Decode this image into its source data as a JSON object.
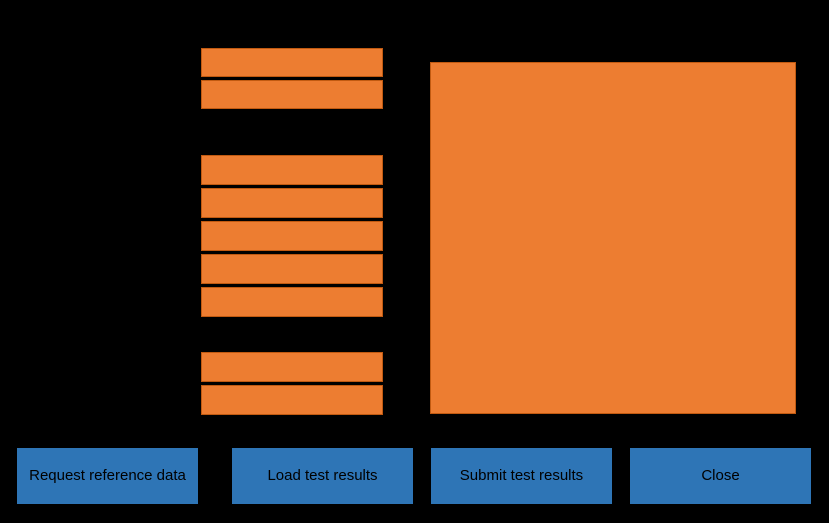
{
  "window": {
    "background_color": "#000000",
    "accent_field_color": "#ED7D31",
    "accent_button_color": "#2E75B6",
    "button_text_color": "#000000"
  },
  "form": {
    "groups": [
      {
        "name": "top-field-group",
        "fields": [
          {
            "name": "field-1",
            "value": ""
          },
          {
            "name": "field-2",
            "value": ""
          }
        ]
      },
      {
        "name": "middle-field-group",
        "fields": [
          {
            "name": "field-3",
            "value": ""
          },
          {
            "name": "field-4",
            "value": ""
          },
          {
            "name": "field-5",
            "value": ""
          },
          {
            "name": "field-6",
            "value": ""
          },
          {
            "name": "field-7",
            "value": ""
          }
        ]
      },
      {
        "name": "bottom-field-group",
        "fields": [
          {
            "name": "field-8",
            "value": ""
          },
          {
            "name": "field-9",
            "value": ""
          }
        ]
      }
    ]
  },
  "results_panel": {
    "name": "results-panel",
    "value": ""
  },
  "buttons": [
    {
      "id": "request-reference-data",
      "label": "Request reference data"
    },
    {
      "id": "load-test-results",
      "label": "Load test results"
    },
    {
      "id": "submit-test-results",
      "label": "Submit test results"
    },
    {
      "id": "close",
      "label": "Close"
    }
  ]
}
